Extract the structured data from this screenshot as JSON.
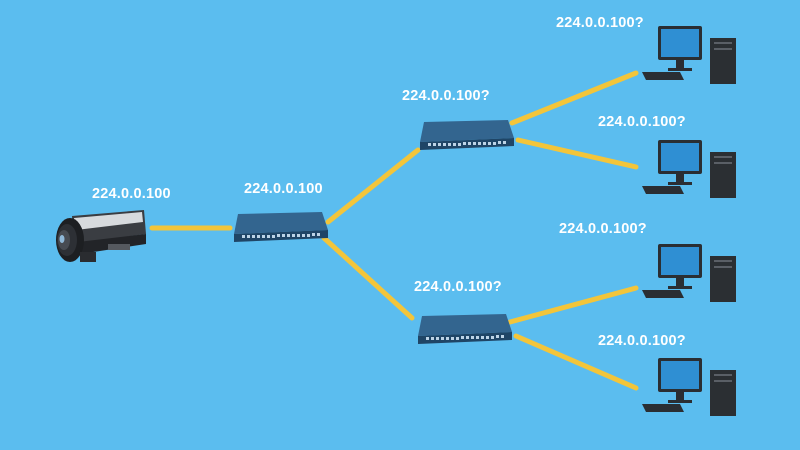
{
  "labels": {
    "camera": "224.0.0.100",
    "core_switch": "224.0.0.100",
    "upper_switch": "224.0.0.100?",
    "lower_switch": "224.0.0.100?",
    "pc_1": "224.0.0.100?",
    "pc_2": "224.0.0.100?",
    "pc_3": "224.0.0.100?",
    "pc_4": "224.0.0.100?"
  },
  "colors": {
    "background": "#5bbdef",
    "link": "#f3c53a",
    "label": "#ffffff",
    "switch_body": "#2c5d86",
    "monitor_screen": "#2f8fd3",
    "tower": "#2b2f33"
  },
  "icons": {
    "camera": "ip-camera-icon",
    "switch": "network-switch-icon",
    "computer": "desktop-computer-icon"
  }
}
